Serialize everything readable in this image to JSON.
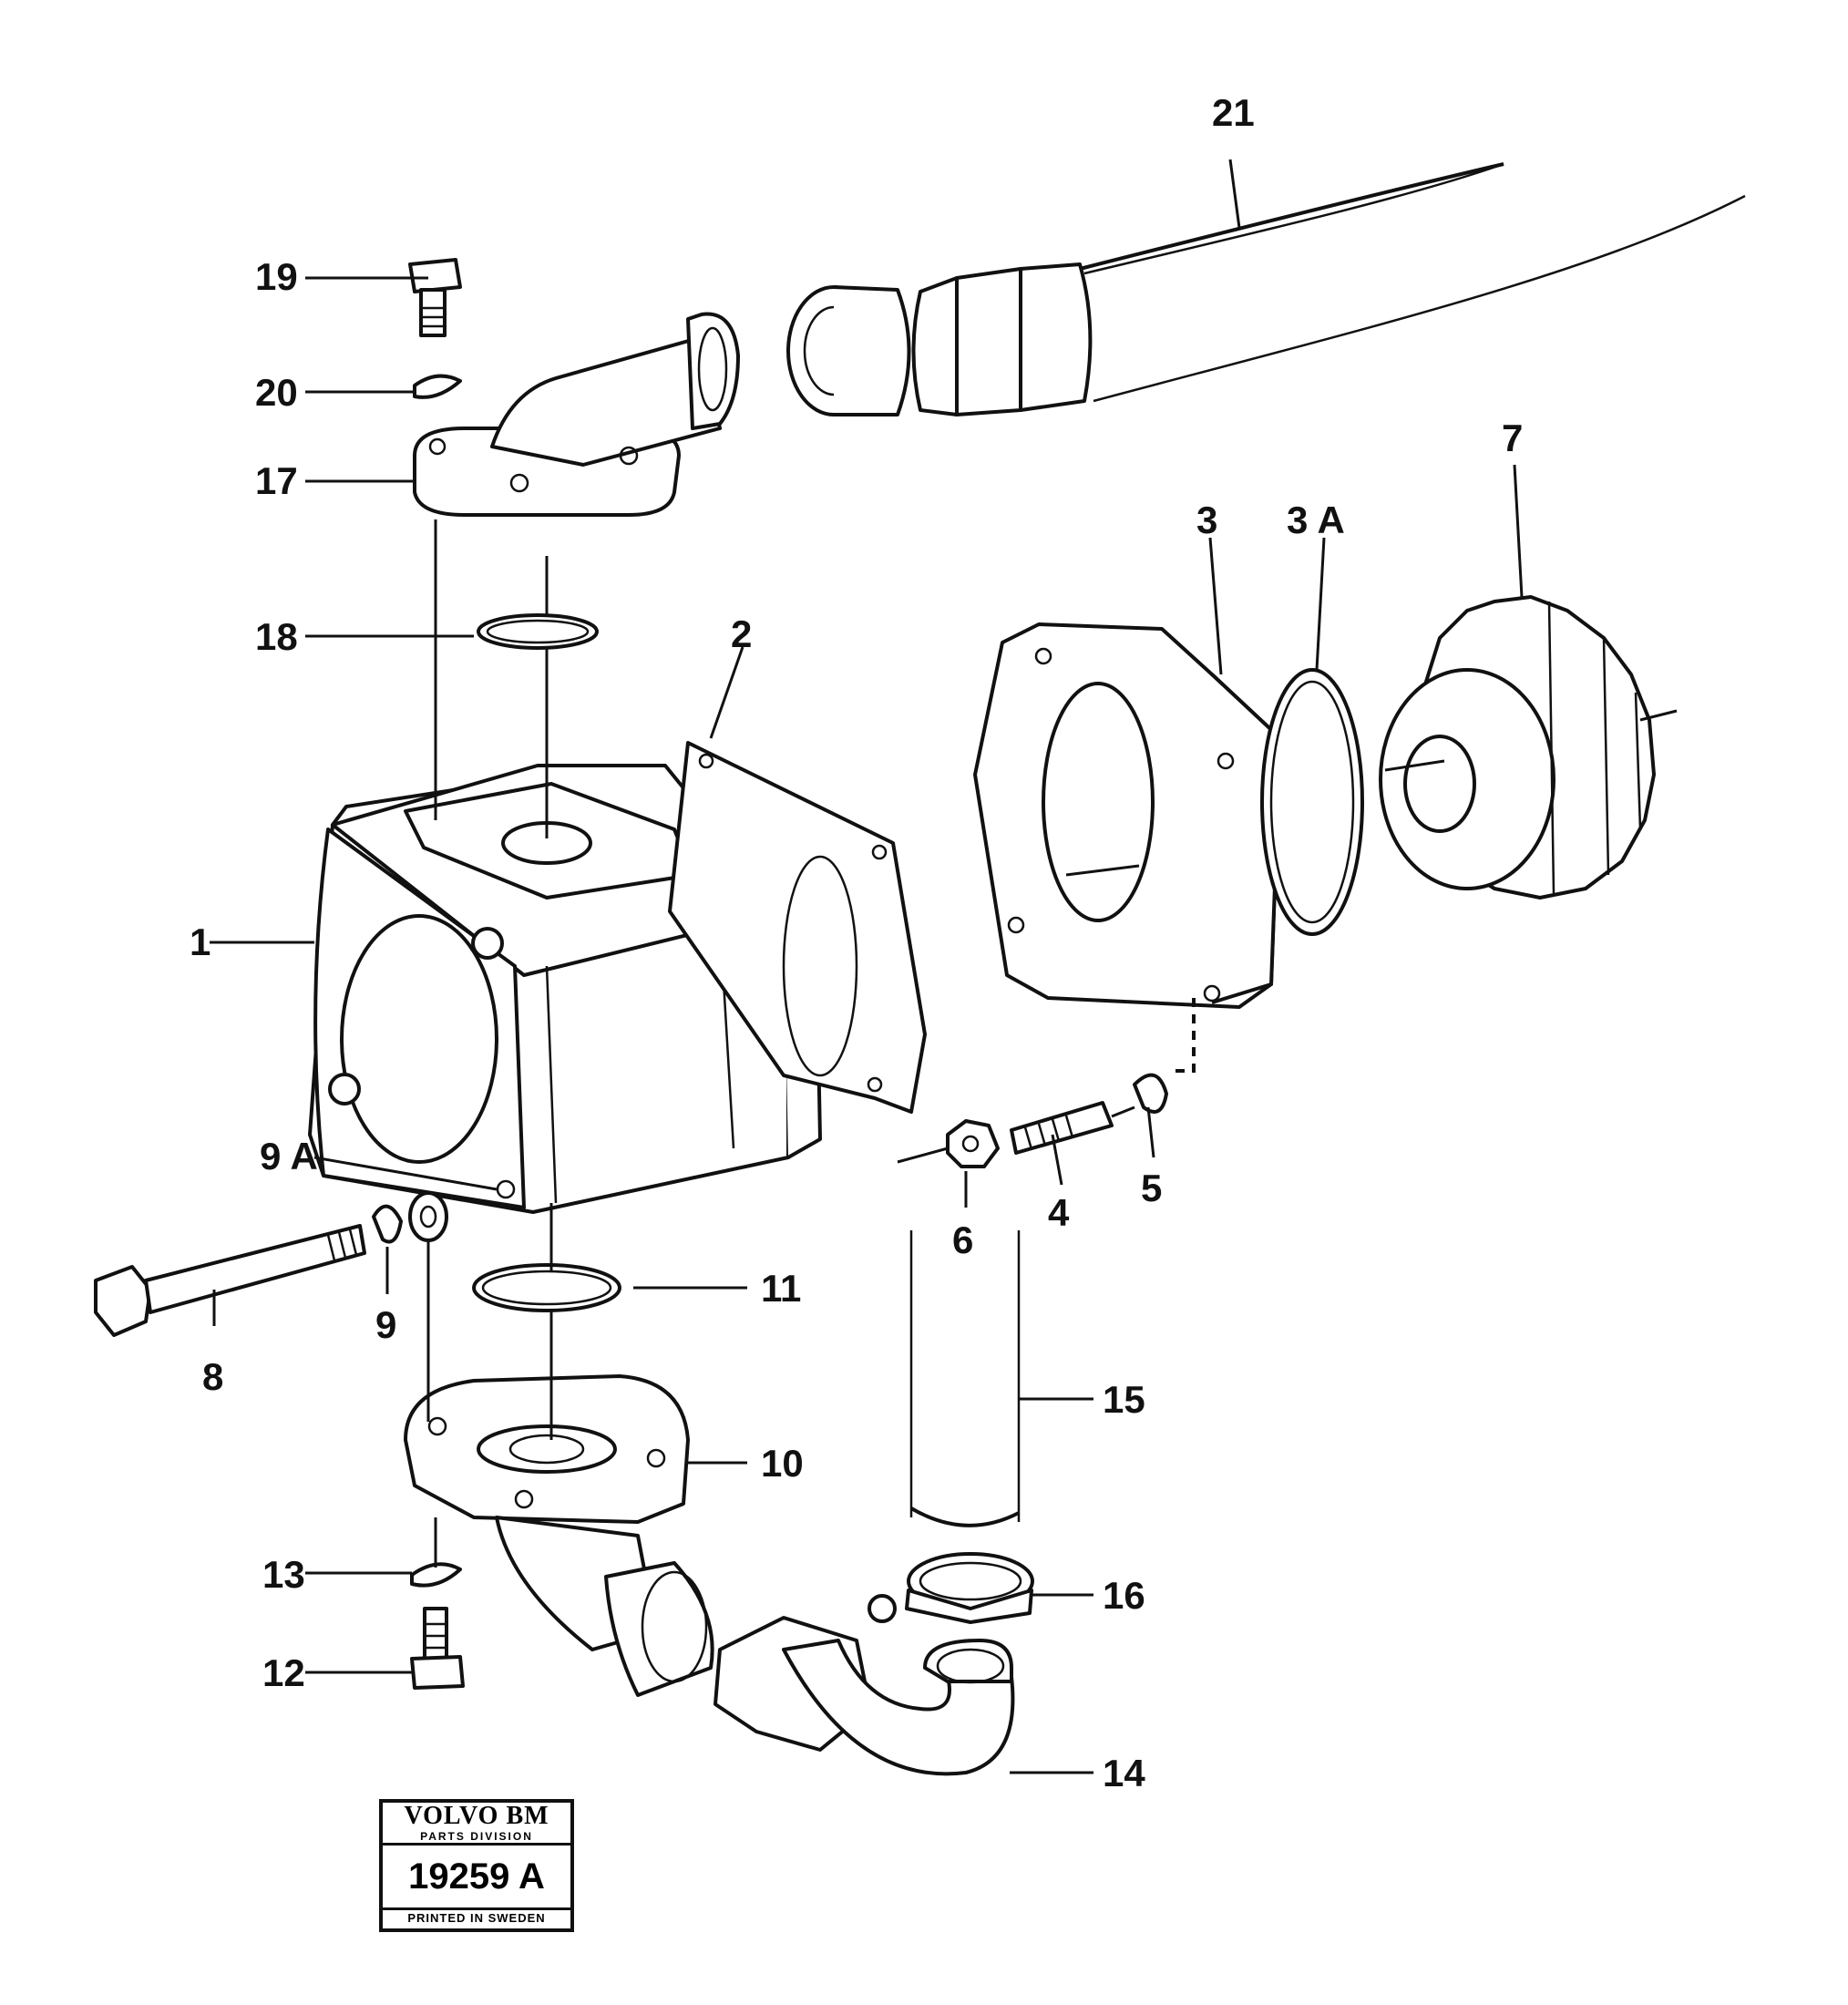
{
  "labels": {
    "l1": "1",
    "l2": "2",
    "l3": "3",
    "l3a": "3 A",
    "l4": "4",
    "l5": "5",
    "l6": "6",
    "l7": "7",
    "l8": "8",
    "l9": "9",
    "l9a": "9 A",
    "l10": "10",
    "l11": "11",
    "l12": "12",
    "l13": "13",
    "l14": "14",
    "l15": "15",
    "l16": "16",
    "l17": "17",
    "l18": "18",
    "l19": "19",
    "l20": "20",
    "l21": "21"
  },
  "stamp": {
    "brand": "VOLVO BM",
    "division": "PARTS DIVISION",
    "number": "19259 A",
    "printed": "PRINTED IN SWEDEN"
  }
}
